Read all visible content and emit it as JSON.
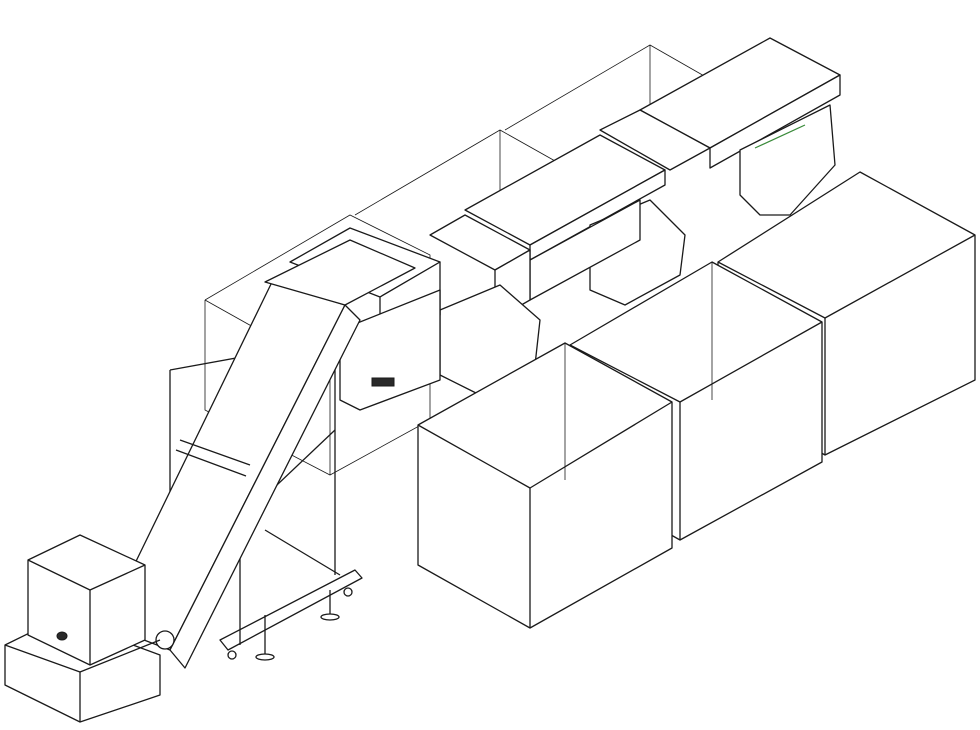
{
  "drawing": {
    "style": "isometric line drawing",
    "colors": {
      "line": "#1a1a1a",
      "background": "#ffffff",
      "accent": "#3a8a3a"
    },
    "bins_front_row": 3,
    "bins_back_row": 3
  }
}
